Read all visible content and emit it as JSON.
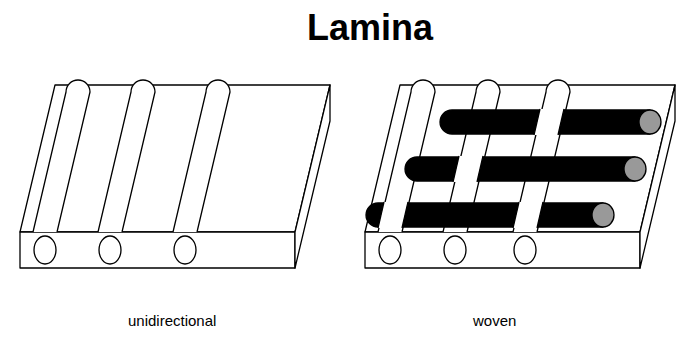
{
  "diagram": {
    "title": "Lamina",
    "labels": [
      "unidirectional",
      "woven"
    ]
  }
}
